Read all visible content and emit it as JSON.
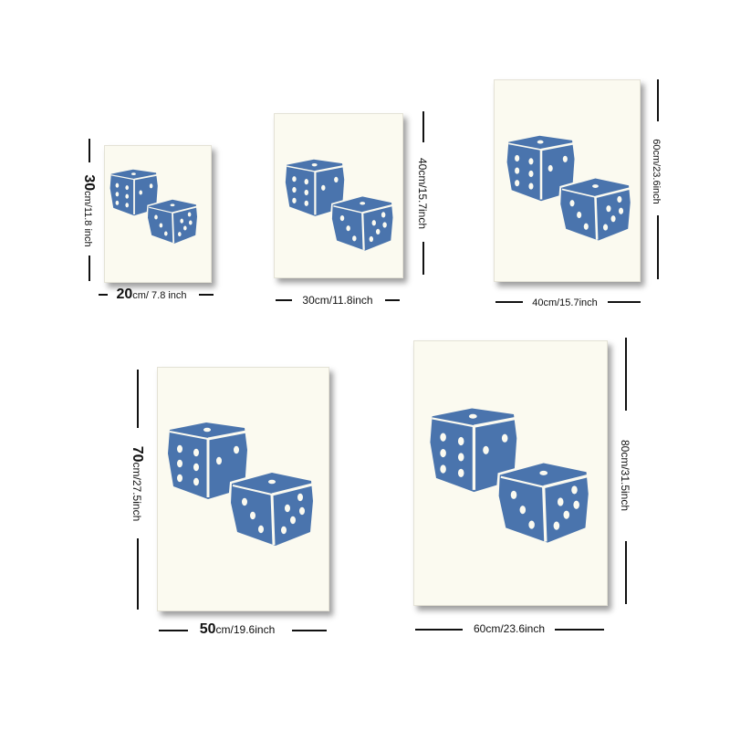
{
  "product": {
    "accent_color": "#4a74ad",
    "canvas_color": "#fbfaf0",
    "image_subject": "two-blue-dice-icon"
  },
  "sizes": [
    {
      "width_label": {
        "num": "20",
        "unit": "cm/ 7.8 inch"
      },
      "height_label": {
        "num": "30",
        "unit": "cm/11.8 inch"
      }
    },
    {
      "width_label": {
        "num": "",
        "unit": "30cm/11.8inch"
      },
      "height_label": {
        "num": "",
        "unit": "40cm/15.7inch"
      }
    },
    {
      "width_label": {
        "num": "",
        "unit": "40cm/15.7inch"
      },
      "height_label": {
        "num": "",
        "unit": "60cm/23.6inch"
      }
    },
    {
      "width_label": {
        "num": "50",
        "unit": "cm/19.6inch"
      },
      "height_label": {
        "num": "70",
        "unit": "cm/27.5inch"
      }
    },
    {
      "width_label": {
        "num": "",
        "unit": "60cm/23.6inch"
      },
      "height_label": {
        "num": "",
        "unit": "80cm/31.5inch"
      }
    }
  ]
}
